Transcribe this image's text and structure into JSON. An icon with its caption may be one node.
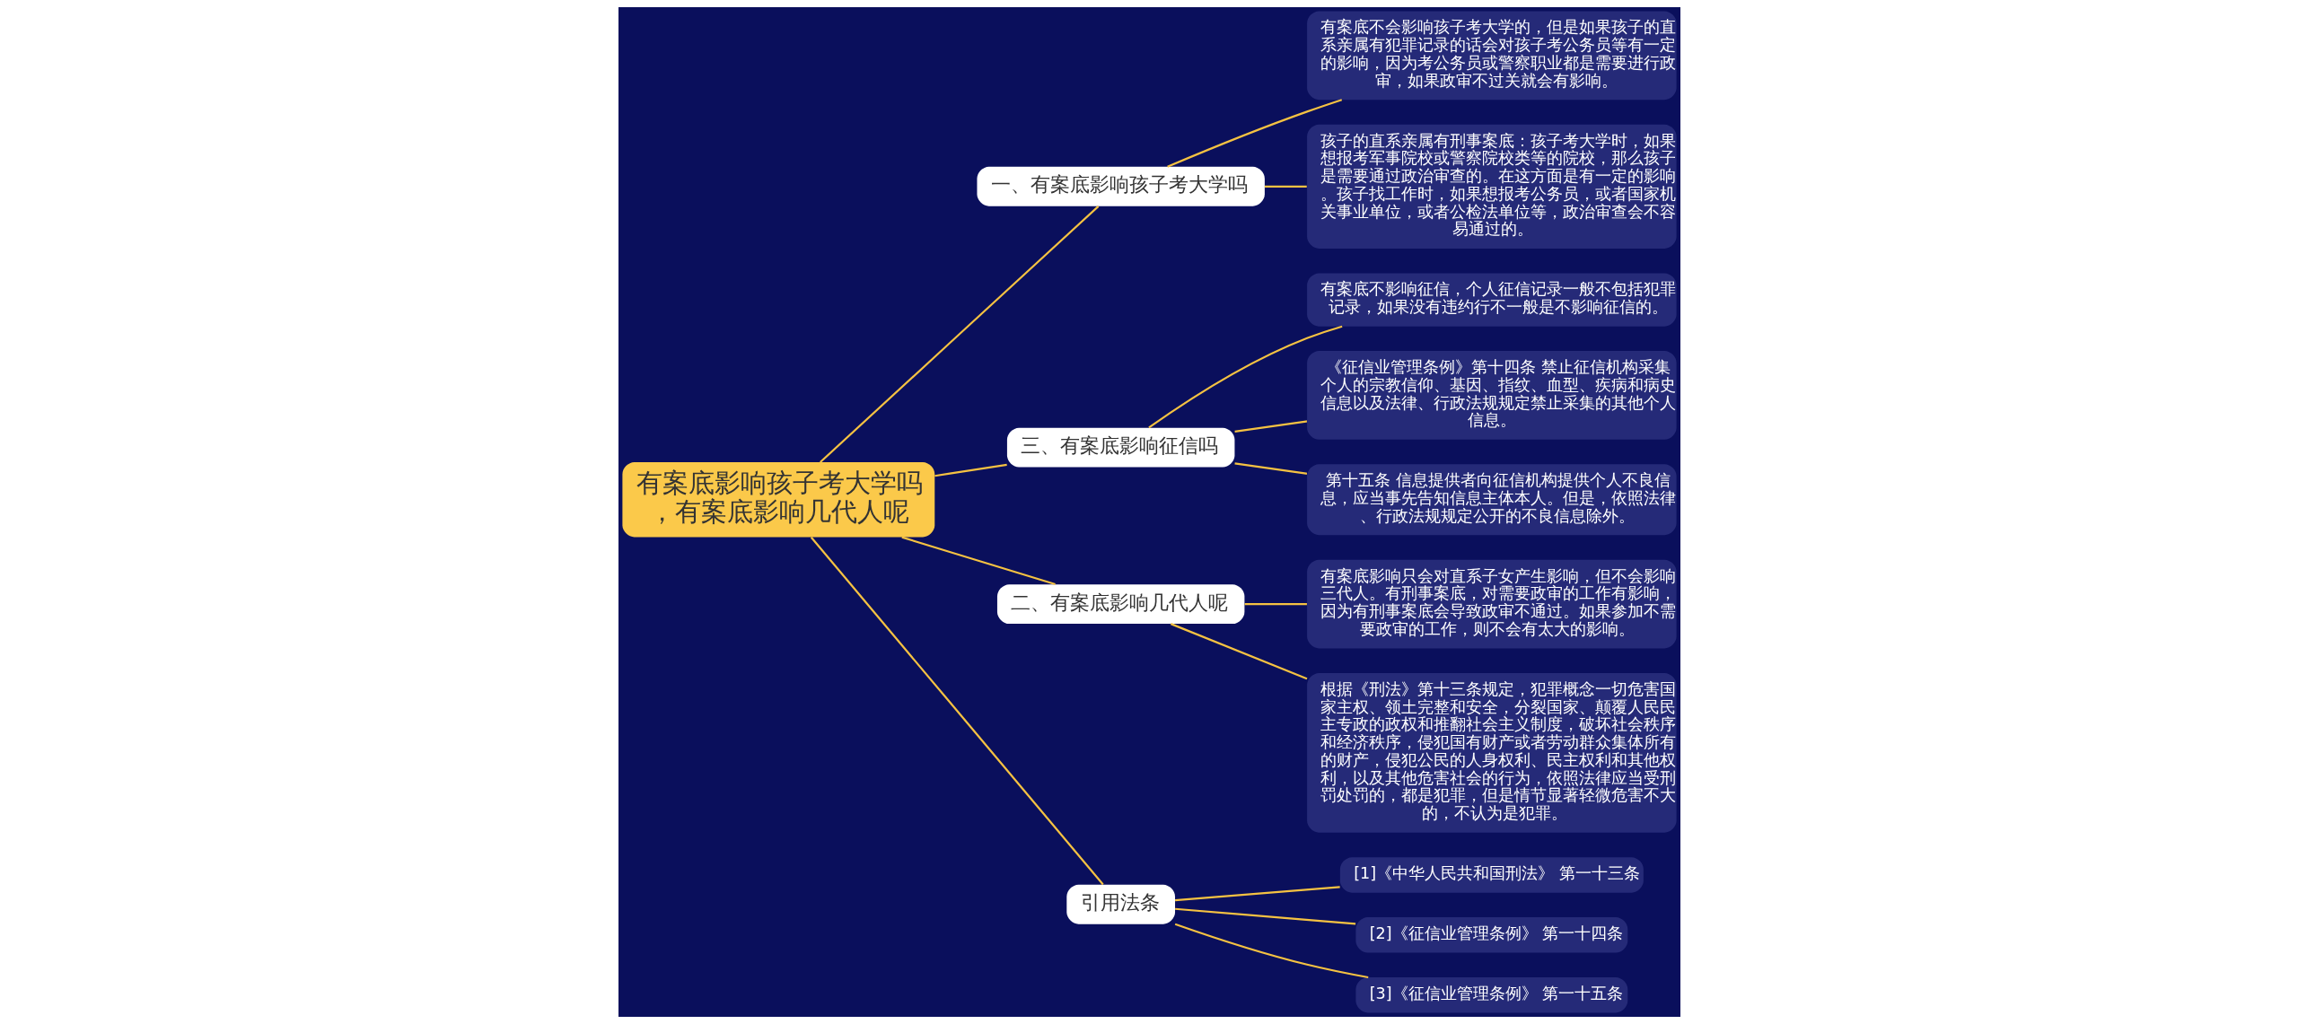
{
  "diagram": {
    "nodes": [
      {
        "text": [
          "有案底影响孩子考大学吗，有案底影响几代人呢"
        ]
      },
      {
        "text": [
          "一、有案底影响孩子考大学吗"
        ]
      },
      {
        "text": [
          "有案底不会影响孩子考大学的，但是如果孩子的直系亲属有犯罪记录的话会对孩子考公务员等有一定的影响，因为考公务员或警察职业都是需要进行政审，如果政审不过关就会有影响。"
        ]
      },
      {
        "text": [
          "孩子的直系亲属有刑事案底：孩子考大学时，如果想报考军事院校或警察院校类等的院校，那么孩子是需要通过政治审查的。在这方面是有一定的影响。孩子找工作时，如果想报考公务员，或者国家机关事业单位，或者公检法单位等，政治审查会不容易通过的。"
        ]
      },
      {
        "text": [
          "三、有案底影响征信吗"
        ]
      },
      {
        "text": [
          "有案底不影响征信，个人征信记录一般不包括犯罪记录，如果没有违约行不一般是不影响征信的。"
        ]
      },
      {
        "text": [
          "《征信业管理条例》第十四条 禁止征信机构采集个人的宗教信仰、基因、指纹、血型、疾病和病史信息以及法律、行政法规规定禁止采集的其他个人信息。"
        ]
      },
      {
        "text": [
          "第十五条 信息提供者向征信机构提供个人不良信息，应当事先告知信息主体本人。但是，依照法律、行政法规规定公开的不良信息除外。"
        ]
      },
      {
        "text": [
          "二、有案底影响几代人呢"
        ]
      },
      {
        "text": [
          "有案底影响只会对直系子女产生影响，但不会影响三代人。有刑事案底，对需要政审的工作有影响，因为有刑事案底会导致政审不通过。如果参加不需要政审的工作，则不会有太大的影响。"
        ]
      },
      {
        "text": [
          "根据《刑法》第十三条规定，犯罪概念一切危害国家主权、领土完整和安全，分裂国家、颠覆人民民主专政的政权和推翻社会主义制度，破坏社会秩序和经济秩序，侵犯国有财产或者劳动群众集体所有的财产，侵犯公民的人身权利、民主权利和其他权利，以及其他危害社会的行为，依照法律应当受刑罚处罚的，都是犯罪，但是情节显著轻微危害不大的，不认为是犯罪。"
        ]
      },
      {
        "text": [
          "引用法条"
        ]
      },
      {
        "text": [
          "[1]《中华人民共和国刑法》 第一十三条"
        ]
      },
      {
        "text": [
          "[2]《征信业管理条例》 第一十四条"
        ]
      },
      {
        "text": [
          "[3]《征信业管理条例》 第一十五条"
        ]
      }
    ],
    "edges": [
      {
        "from": 0,
        "to": 1,
        "arrow": "none"
      },
      {
        "from": 1,
        "to": 2,
        "arrow": "none"
      },
      {
        "from": 1,
        "to": 3,
        "arrow": "none"
      },
      {
        "from": 0,
        "to": 4,
        "arrow": "none"
      },
      {
        "from": 4,
        "to": 5,
        "arrow": "none"
      },
      {
        "from": 4,
        "to": 6,
        "arrow": "none"
      },
      {
        "from": 4,
        "to": 7,
        "arrow": "none"
      },
      {
        "from": 0,
        "to": 8,
        "arrow": "none"
      },
      {
        "from": 8,
        "to": 9,
        "arrow": "none"
      },
      {
        "from": 8,
        "to": 10,
        "arrow": "none"
      },
      {
        "from": 0,
        "to": 11,
        "arrow": "none"
      },
      {
        "from": 11,
        "to": 12,
        "arrow": "none"
      },
      {
        "from": 11,
        "to": 13,
        "arrow": "none"
      },
      {
        "from": 11,
        "to": 14,
        "arrow": "none"
      }
    ]
  }
}
